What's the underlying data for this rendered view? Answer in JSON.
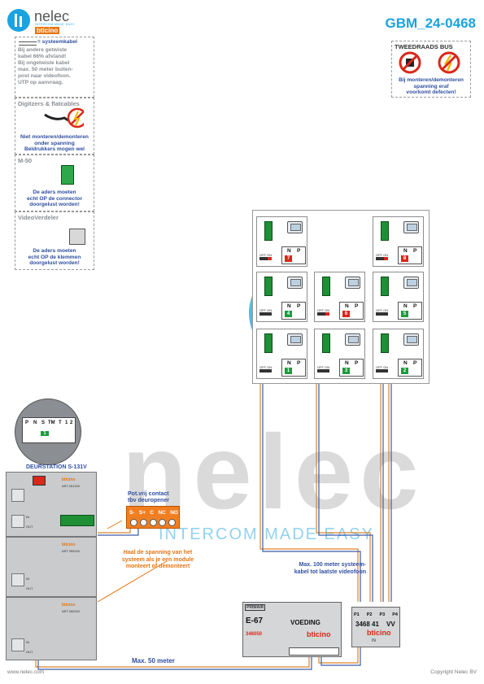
{
  "header": {
    "logo_text": "nelec",
    "logo_subtext": "INTERCOM MADE EASY",
    "logo_brand": "bticino",
    "code": "GBM_24-0468"
  },
  "notes": {
    "systeemkabel": {
      "title": "= systeemkabel",
      "lines": [
        "Bij andere getwiste",
        "kabel 66% afstand!",
        "Bij ongetwiste kabel",
        "max. 50 meter buiten-",
        "post naar videofoon.",
        "UTP op aanvraag."
      ]
    },
    "digitizers": {
      "title": "Digitzers & flatcables",
      "lines": [
        "Niet monteren/demonteren",
        "onder spanning",
        "Beldrukkers mogen wel"
      ]
    },
    "m50": {
      "title": "M-50",
      "lines": [
        "De aders moeten",
        "echt OP de connector",
        "doorgelust worden!"
      ]
    },
    "videoverdeler": {
      "title": "VideoVerdeler",
      "lines": [
        "De aders moeten",
        "echt OP de klemmen",
        "doorgelust worden!"
      ]
    },
    "tweedraads": {
      "title": "TWEEDRAADS BUS",
      "lines": [
        "Bij monteren/demonteren",
        "spanning eraf",
        "voorkomt defecten!"
      ]
    }
  },
  "monitors": [
    {
      "num": "7",
      "color": "red"
    },
    {
      "num": "8",
      "color": "red"
    },
    {
      "num": "4",
      "color": "green"
    },
    {
      "num": "6",
      "color": "red"
    },
    {
      "num": "5",
      "color": "green"
    },
    {
      "num": "1",
      "color": "green"
    },
    {
      "num": "3",
      "color": "green"
    },
    {
      "num": "2",
      "color": "green"
    }
  ],
  "monitor_labels": {
    "n": "N",
    "p": "P",
    "offon": "OFF ON"
  },
  "keypad": {
    "keys": [
      "P",
      "N",
      "S",
      "TM",
      "T",
      "1",
      "2"
    ],
    "num": "1"
  },
  "doorstation": {
    "title": "DEURSTATION S-131V",
    "module_art": [
      "ART.351300",
      "ART.352000",
      "ART.352000"
    ],
    "in": "IN",
    "out": "OUT"
  },
  "relay": {
    "title_1": "Pot.vrij contact",
    "title_2": "tbv deuropener",
    "terminals": [
      "S-",
      "S+",
      "C",
      "NC",
      "NO"
    ]
  },
  "warning_orange": [
    "Haal de spanning van het",
    "systeem als je een module",
    "monteert of demonteert"
  ],
  "max100": [
    "Max. 100 meter systeem-",
    "kabel tot laatste videofoon"
  ],
  "max50": "Max. 50 meter",
  "power": {
    "primair": "PRIMAIR",
    "model": "E-67",
    "name": "VOEDING",
    "code": "346050",
    "brand": "bticino"
  },
  "distributor": {
    "ports": [
      "P1",
      "P2",
      "P3",
      "P4"
    ],
    "code": "3468 41",
    "vv": "VV",
    "brand": "bticino",
    "in": "IN"
  },
  "footer": {
    "left": "www.nelec.com",
    "right": "Copyright Nelec BV"
  },
  "colors": {
    "accent_blue": "#1aa3e0",
    "text_blue": "#2f4fa0",
    "orange": "#e7740f",
    "red": "#d9271a",
    "green": "#1d9b3c",
    "wire_orange": "#d9822b",
    "wire_blue": "#3a5cab"
  }
}
